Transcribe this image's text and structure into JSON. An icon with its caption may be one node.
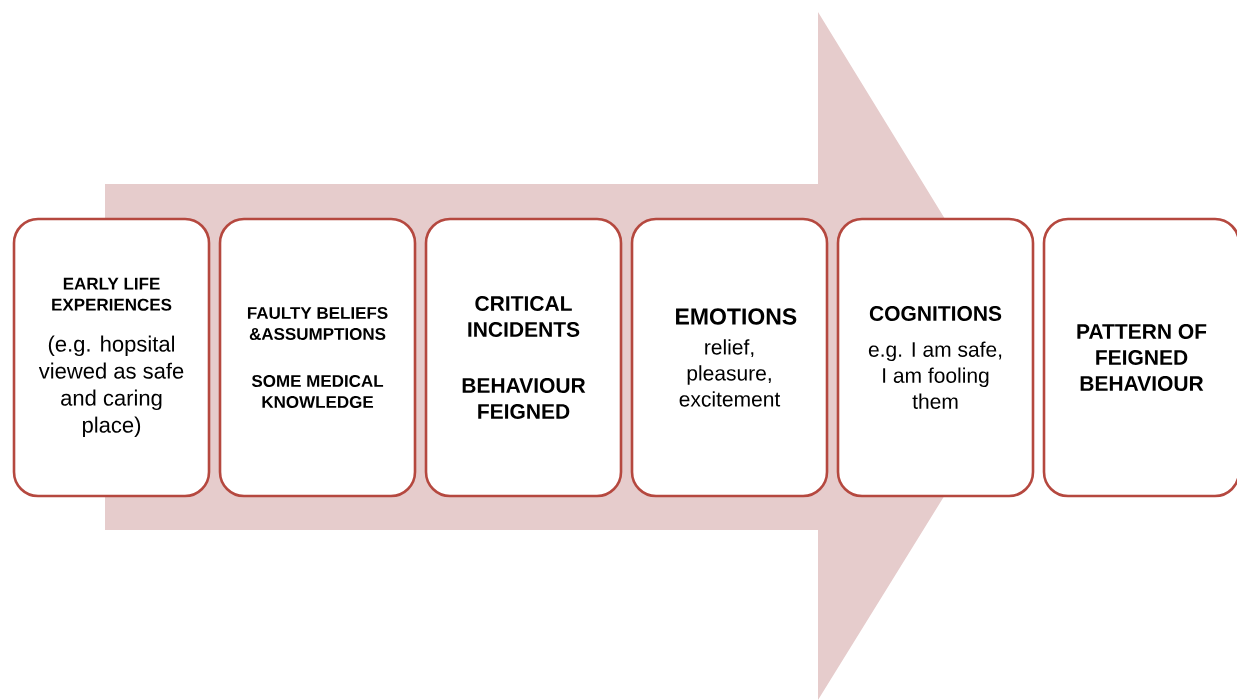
{
  "diagram": {
    "nodes": [
      {
        "text": [
          "EARLY LIFE EXPERIENCES",
          "(e.g. hopsital viewed as safe and caring place)"
        ]
      },
      {
        "text": [
          "FAULTY BELIEFS &ASSUMPTIONS",
          "SOME MEDICAL KNOWLEDGE"
        ]
      },
      {
        "text": [
          "CRITICAL INCIDENTS",
          "BEHAVIOUR FEIGNED"
        ]
      },
      {
        "text": [
          "EMOTIONS",
          "relief, pleasure, excitement"
        ]
      },
      {
        "text": [
          "COGNITIONS",
          "e.g. I am safe, I am fooling them"
        ]
      },
      {
        "text": [
          "PATTERN OF FEIGNED BEHAVIOUR"
        ]
      }
    ],
    "edges": [
      {
        "from": 0,
        "to": 4,
        "arrow": "to"
      }
    ]
  }
}
